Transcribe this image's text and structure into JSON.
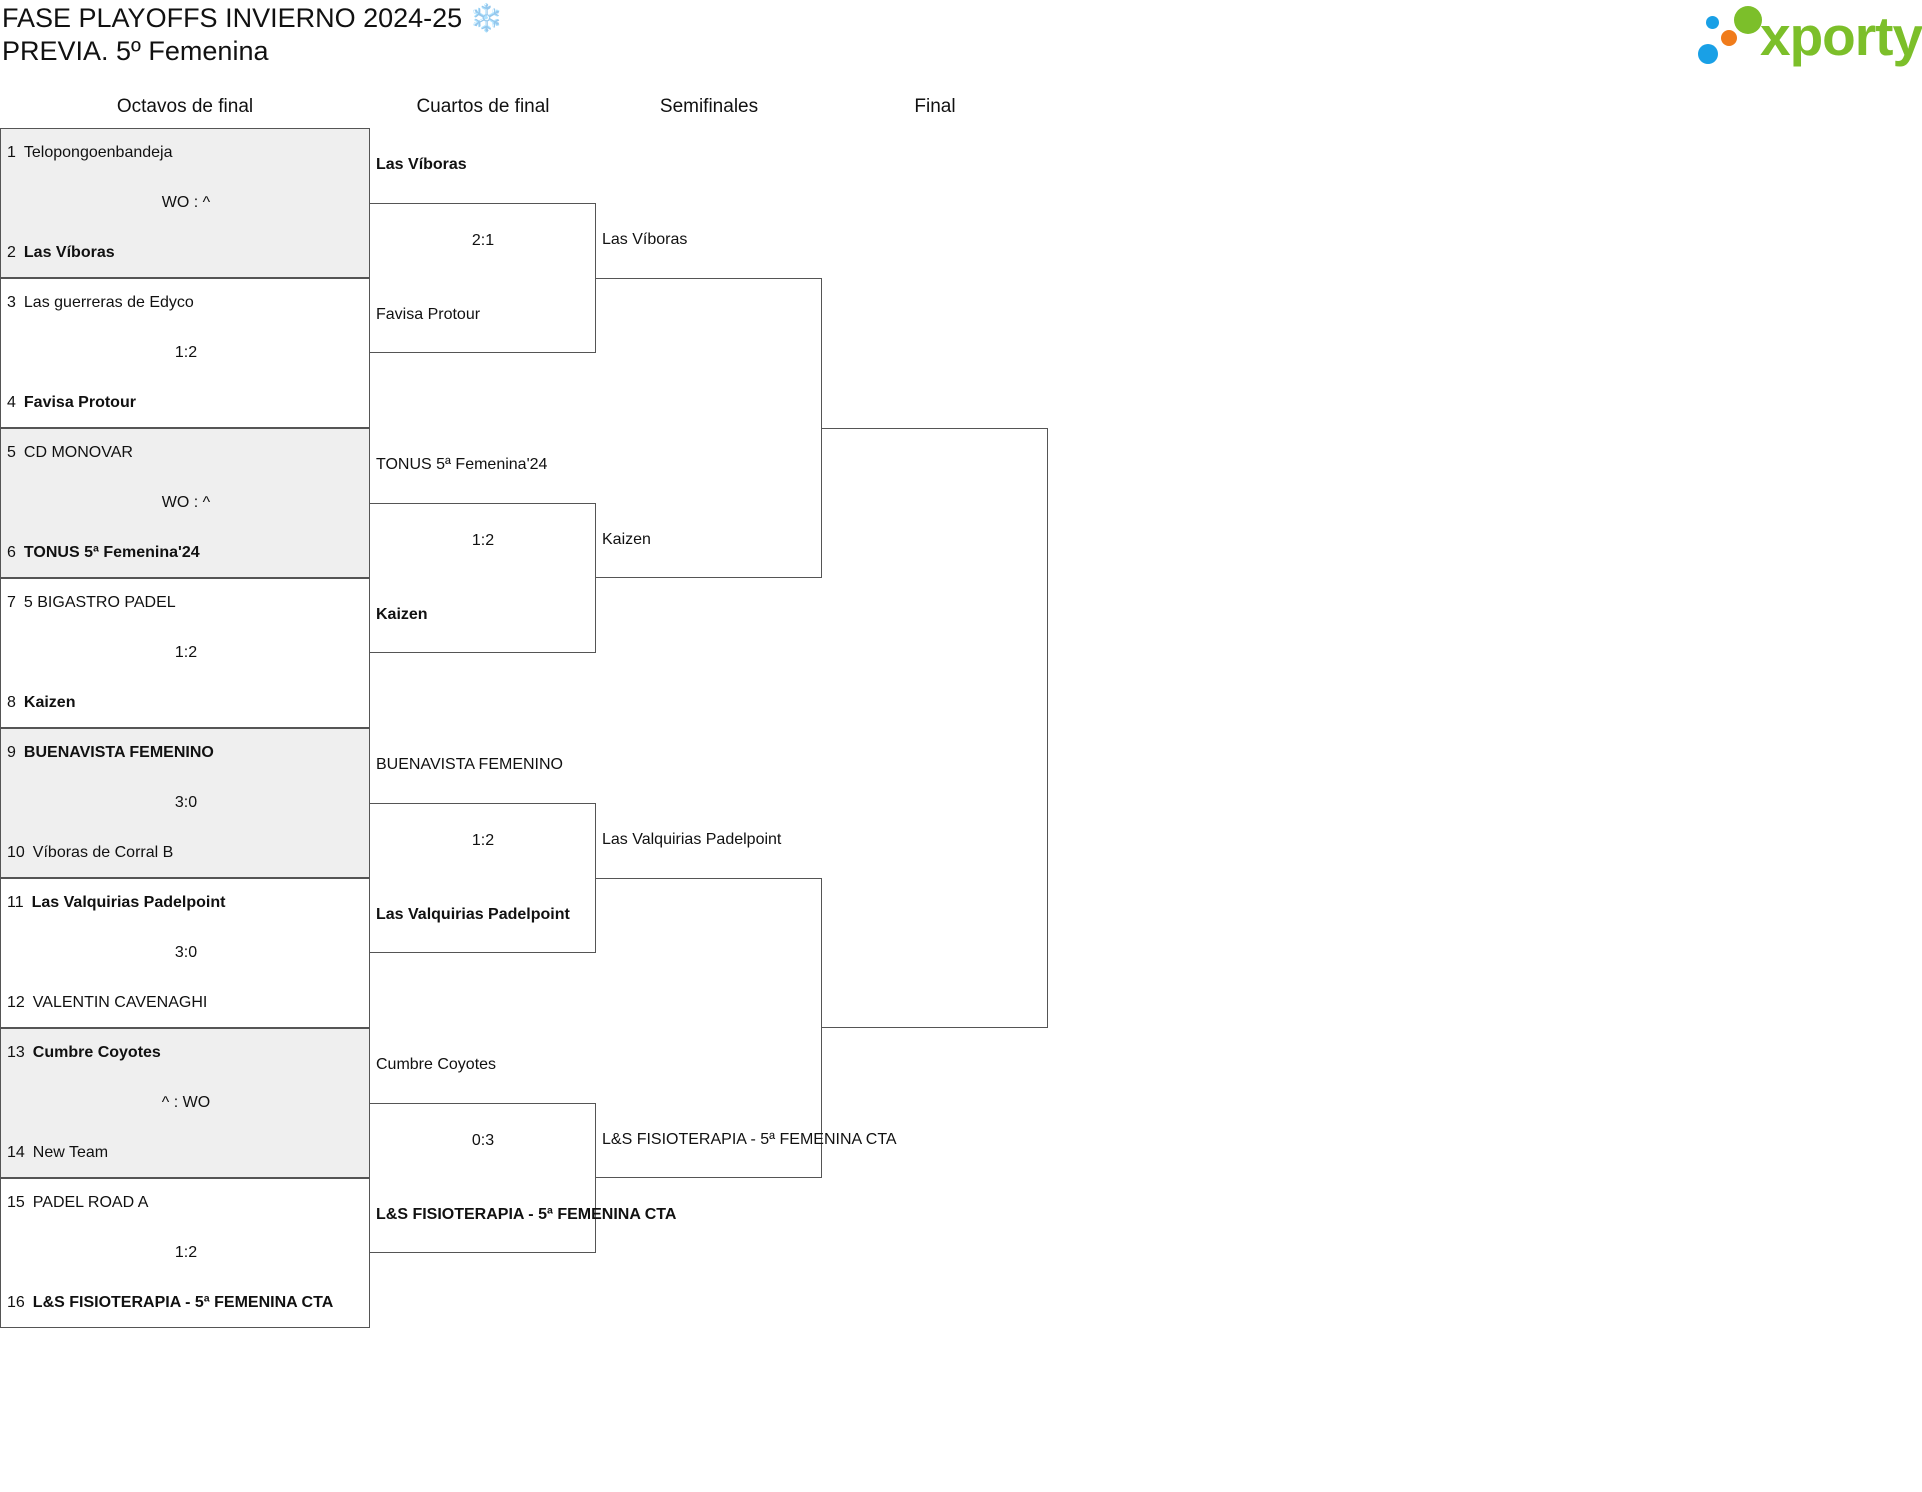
{
  "header": {
    "title_line1": "FASE PLAYOFFS INVIERNO 2024-25 ❄️",
    "title_line2": "PREVIA. 5º Femenina"
  },
  "logo": {
    "text": "xporty",
    "colors": {
      "green": "#7cbf2a",
      "blue": "#19a0e6",
      "orange": "#f07c1b"
    }
  },
  "rounds": [
    "Octavos de final",
    "Cuartos de final",
    "Semifinales",
    "Final"
  ],
  "octavos": [
    {
      "seed1": "1",
      "team1": "Telopongoenbandeja",
      "seed2": "2",
      "team2": "Las Víboras",
      "score": "WO : ^"
    },
    {
      "seed1": "3",
      "team1": "Las guerreras de Edyco",
      "seed2": "4",
      "team2": "Favisa Protour",
      "score": "1:2"
    },
    {
      "seed1": "5",
      "team1": "CD MONOVAR",
      "seed2": "6",
      "team2": "TONUS 5ª Femenina'24",
      "score": "WO : ^"
    },
    {
      "seed1": "7",
      "team1": "5 BIGASTRO PADEL",
      "seed2": "8",
      "team2": "Kaizen",
      "score": "1:2"
    },
    {
      "seed1": "9",
      "team1": "BUENAVISTA FEMENINO",
      "seed2": "10",
      "team2": "Víboras de Corral B",
      "score": "3:0"
    },
    {
      "seed1": "11",
      "team1": "Las Valquirias Padelpoint",
      "seed2": "12",
      "team2": "VALENTIN CAVENAGHI",
      "score": "3:0"
    },
    {
      "seed1": "13",
      "team1": "Cumbre Coyotes",
      "seed2": "14",
      "team2": "New Team",
      "score": "^ : WO"
    },
    {
      "seed1": "15",
      "team1": "PADEL ROAD A",
      "seed2": "16",
      "team2": "L&S FISIOTERAPIA - 5ª FEMENINA CTA",
      "score": "1:2"
    }
  ],
  "cuartos": [
    {
      "team1": "Las Víboras",
      "team2": "Favisa Protour",
      "score": "2:1"
    },
    {
      "team1": "TONUS 5ª Femenina'24",
      "team2": "Kaizen",
      "score": "1:2"
    },
    {
      "team1": "BUENAVISTA FEMENINO",
      "team2": "Las Valquirias Padelpoint",
      "score": "1:2"
    },
    {
      "team1": "Cumbre Coyotes",
      "team2": "L&S FISIOTERAPIA - 5ª FEMENINA CTA",
      "score": "0:3"
    }
  ],
  "semifinales": [
    {
      "team1": "Las Víboras",
      "team2": "Kaizen"
    },
    {
      "team1": "Las Valquirias Padelpoint",
      "team2": "L&S FISIOTERAPIA - 5ª FEMENINA CTA"
    }
  ]
}
